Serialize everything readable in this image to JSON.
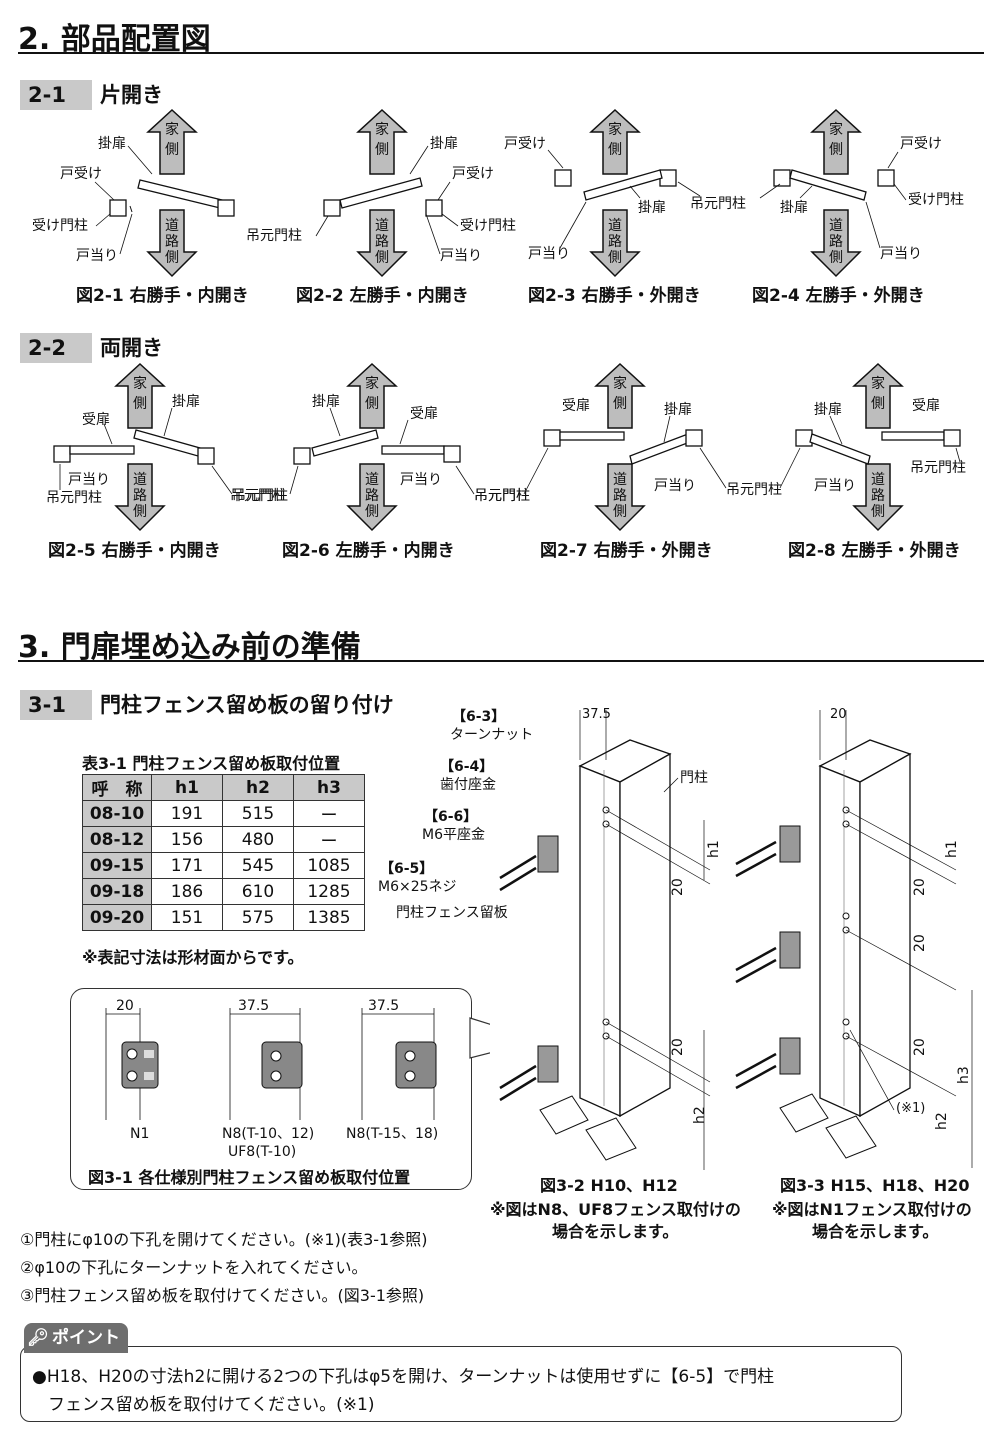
{
  "sections": {
    "s2_title": "2. 部品配置図",
    "s2_1_num": "2-1",
    "s2_1_title": "片開き",
    "s2_2_num": "2-2",
    "s2_2_title": "両開き",
    "s3_title": "3. 門扉埋め込み前の準備",
    "s3_1_num": "3-1",
    "s3_1_title": "門柱フェンス留め板の留り付け"
  },
  "labels": {
    "house": [
      "家",
      "側"
    ],
    "road": [
      "道",
      "路",
      "側"
    ],
    "kakebira": "掛扉",
    "touke": "戸受け",
    "ukemonchu": "受け門柱",
    "toatari": "戸当り",
    "tsurimoto": "吊元門柱",
    "ukebira": "受扉"
  },
  "captions_single": [
    "図2-1 右勝手・内開き",
    "図2-2 左勝手・内開き",
    "図2-3 右勝手・外開き",
    "図2-4 左勝手・外開き"
  ],
  "captions_double": [
    "図2-5 右勝手・内開き",
    "図2-6 左勝手・内開き",
    "図2-7 右勝手・外開き",
    "図2-8 左勝手・外開き"
  ],
  "table": {
    "title": "表3-1 門柱フェンス留め板取付位置",
    "headers": [
      "呼　称",
      "h1",
      "h2",
      "h3"
    ],
    "rows": [
      [
        "08-10",
        "191",
        "515",
        "ー"
      ],
      [
        "08-12",
        "156",
        "480",
        "ー"
      ],
      [
        "09-15",
        "171",
        "545",
        "1085"
      ],
      [
        "09-18",
        "186",
        "610",
        "1285"
      ],
      [
        "09-20",
        "151",
        "575",
        "1385"
      ]
    ],
    "note": "※表記寸法は形材面からです。"
  },
  "inset": {
    "dims": [
      "20",
      "37.5",
      "37.5"
    ],
    "labels": [
      "N1",
      "N8(T-10、12)",
      "UF8(T-10)",
      "N8(T-15、18)"
    ],
    "caption": "図3-1 各仕様別門柱フェンス留め板取付位置"
  },
  "parts": {
    "p63": "【6-3】",
    "p63_name": "ターンナット",
    "p64": "【6-4】",
    "p64_name": "歯付座金",
    "p66": "【6-6】",
    "p66_name": "M6平座金",
    "p65": "【6-5】",
    "p65_name": "M6×25ネジ",
    "plate": "門柱フェンス留板",
    "post": "門柱",
    "dim375": "37.5",
    "dim20": "20",
    "h1": "h1",
    "h2": "h2",
    "h3": "h3",
    "note1": "(※1)"
  },
  "fig32": {
    "title": "図3-2 H10、H12",
    "line2": "※図はN8、UF8フェンス取付けの",
    "line3": "場合を示します。"
  },
  "fig33": {
    "title": "図3-3 H15、H18、H20",
    "line2": "※図はN1フェンス取付けの",
    "line3": "場合を示します。"
  },
  "steps": [
    "①門柱にφ10の下孔を開けてください。(※1)(表3-1参照)",
    "②φ10の下孔にターンナットを入れてください。",
    "③門柱フェンス留め板を取付けてください。(図3-1参照)"
  ],
  "point": {
    "tag": "ポイント",
    "line1": "●H18、H20の寸法h2に開ける2つの下孔はφ5を開け、ターンナットは使用せずに【6-5】で門柱",
    "line2": "フェンス留め板を取付けてください。(※1)"
  }
}
